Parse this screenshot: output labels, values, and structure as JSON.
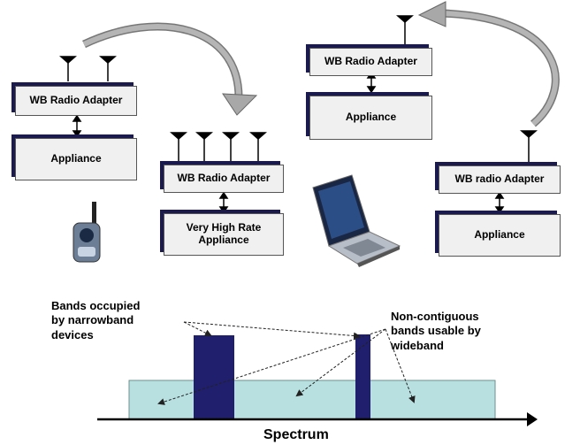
{
  "boxes": {
    "adapter_left": "WB Radio Adapter",
    "appliance_left": "Appliance",
    "adapter_mid": "WB Radio Adapter",
    "appliance_mid": "Very High Rate\nAppliance",
    "adapter_topright": "WB Radio Adapter",
    "appliance_topright": "Appliance",
    "adapter_right": "WB radio Adapter",
    "appliance_right": "Appliance"
  },
  "labels": {
    "bands_occupied": "Bands occupied\nby narrowband\ndevices",
    "non_contiguous": "Non-contiguous\nbands usable by\nwideband",
    "spectrum": "Spectrum"
  },
  "colors": {
    "box_shadow": "#1a1a4e",
    "narrowband_bar": "#1f1f6e",
    "wideband_fill": "#b8e0e0",
    "arrow_gray": "#999999"
  },
  "icons": [
    "antenna-icon",
    "walkie-talkie-icon",
    "laptop-icon",
    "curved-arrow-icon"
  ]
}
